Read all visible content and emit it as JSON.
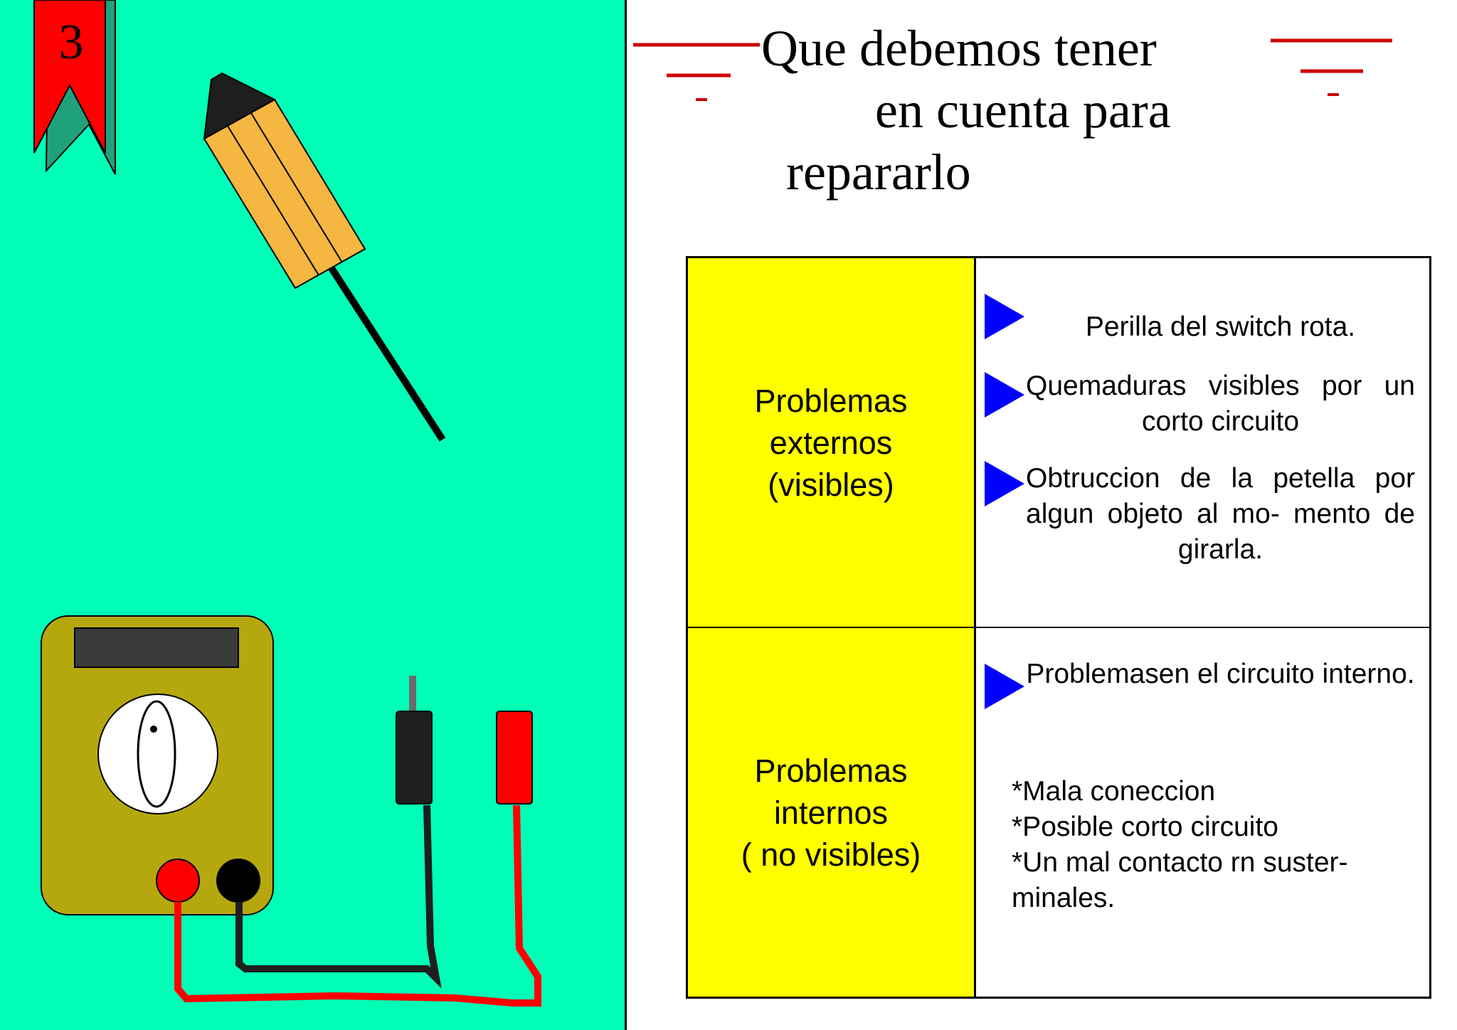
{
  "page": {
    "number": "3"
  },
  "title": {
    "line1": "Que  debemos  tener",
    "line2": "en  cuenta para",
    "line3": "repararlo"
  },
  "table": {
    "rows": [
      {
        "category": "Problemas\nexternos\n(visibles)",
        "items": [
          "Perilla del switch rota.",
          "Quemaduras    visibles  por un corto circuito",
          "Obtruccion    de  la  petella por  algun  objeto  al  mo- mento de girarla."
        ]
      },
      {
        "category": "Problemas\ninternos\n( no visibles)",
        "items": [
          "Problemasen      el   circuito interno."
        ],
        "sublist": [
          "*Mala coneccion",
          "*Posible corto circuito",
          "*Un mal contacto rn suster-",
          "minales."
        ]
      }
    ]
  },
  "colors": {
    "panel_bg": "#00ffb6",
    "bookmark_red": "#ff0000",
    "bookmark_teal": "#1fa27a",
    "category_bg": "#ffff00",
    "bullet_blue": "#0000ff",
    "multimeter_body": "#b5a80f",
    "screwdriver_handle": "#f5b642",
    "lead_red": "#ff0000",
    "lead_black": "#1e1e1e",
    "deco_red": "#cc0000"
  },
  "icons": {
    "bookmark": "bookmark-icon",
    "screwdriver": "screwdriver-icon",
    "multimeter": "multimeter-icon",
    "bullet": "triangle-right-icon"
  }
}
